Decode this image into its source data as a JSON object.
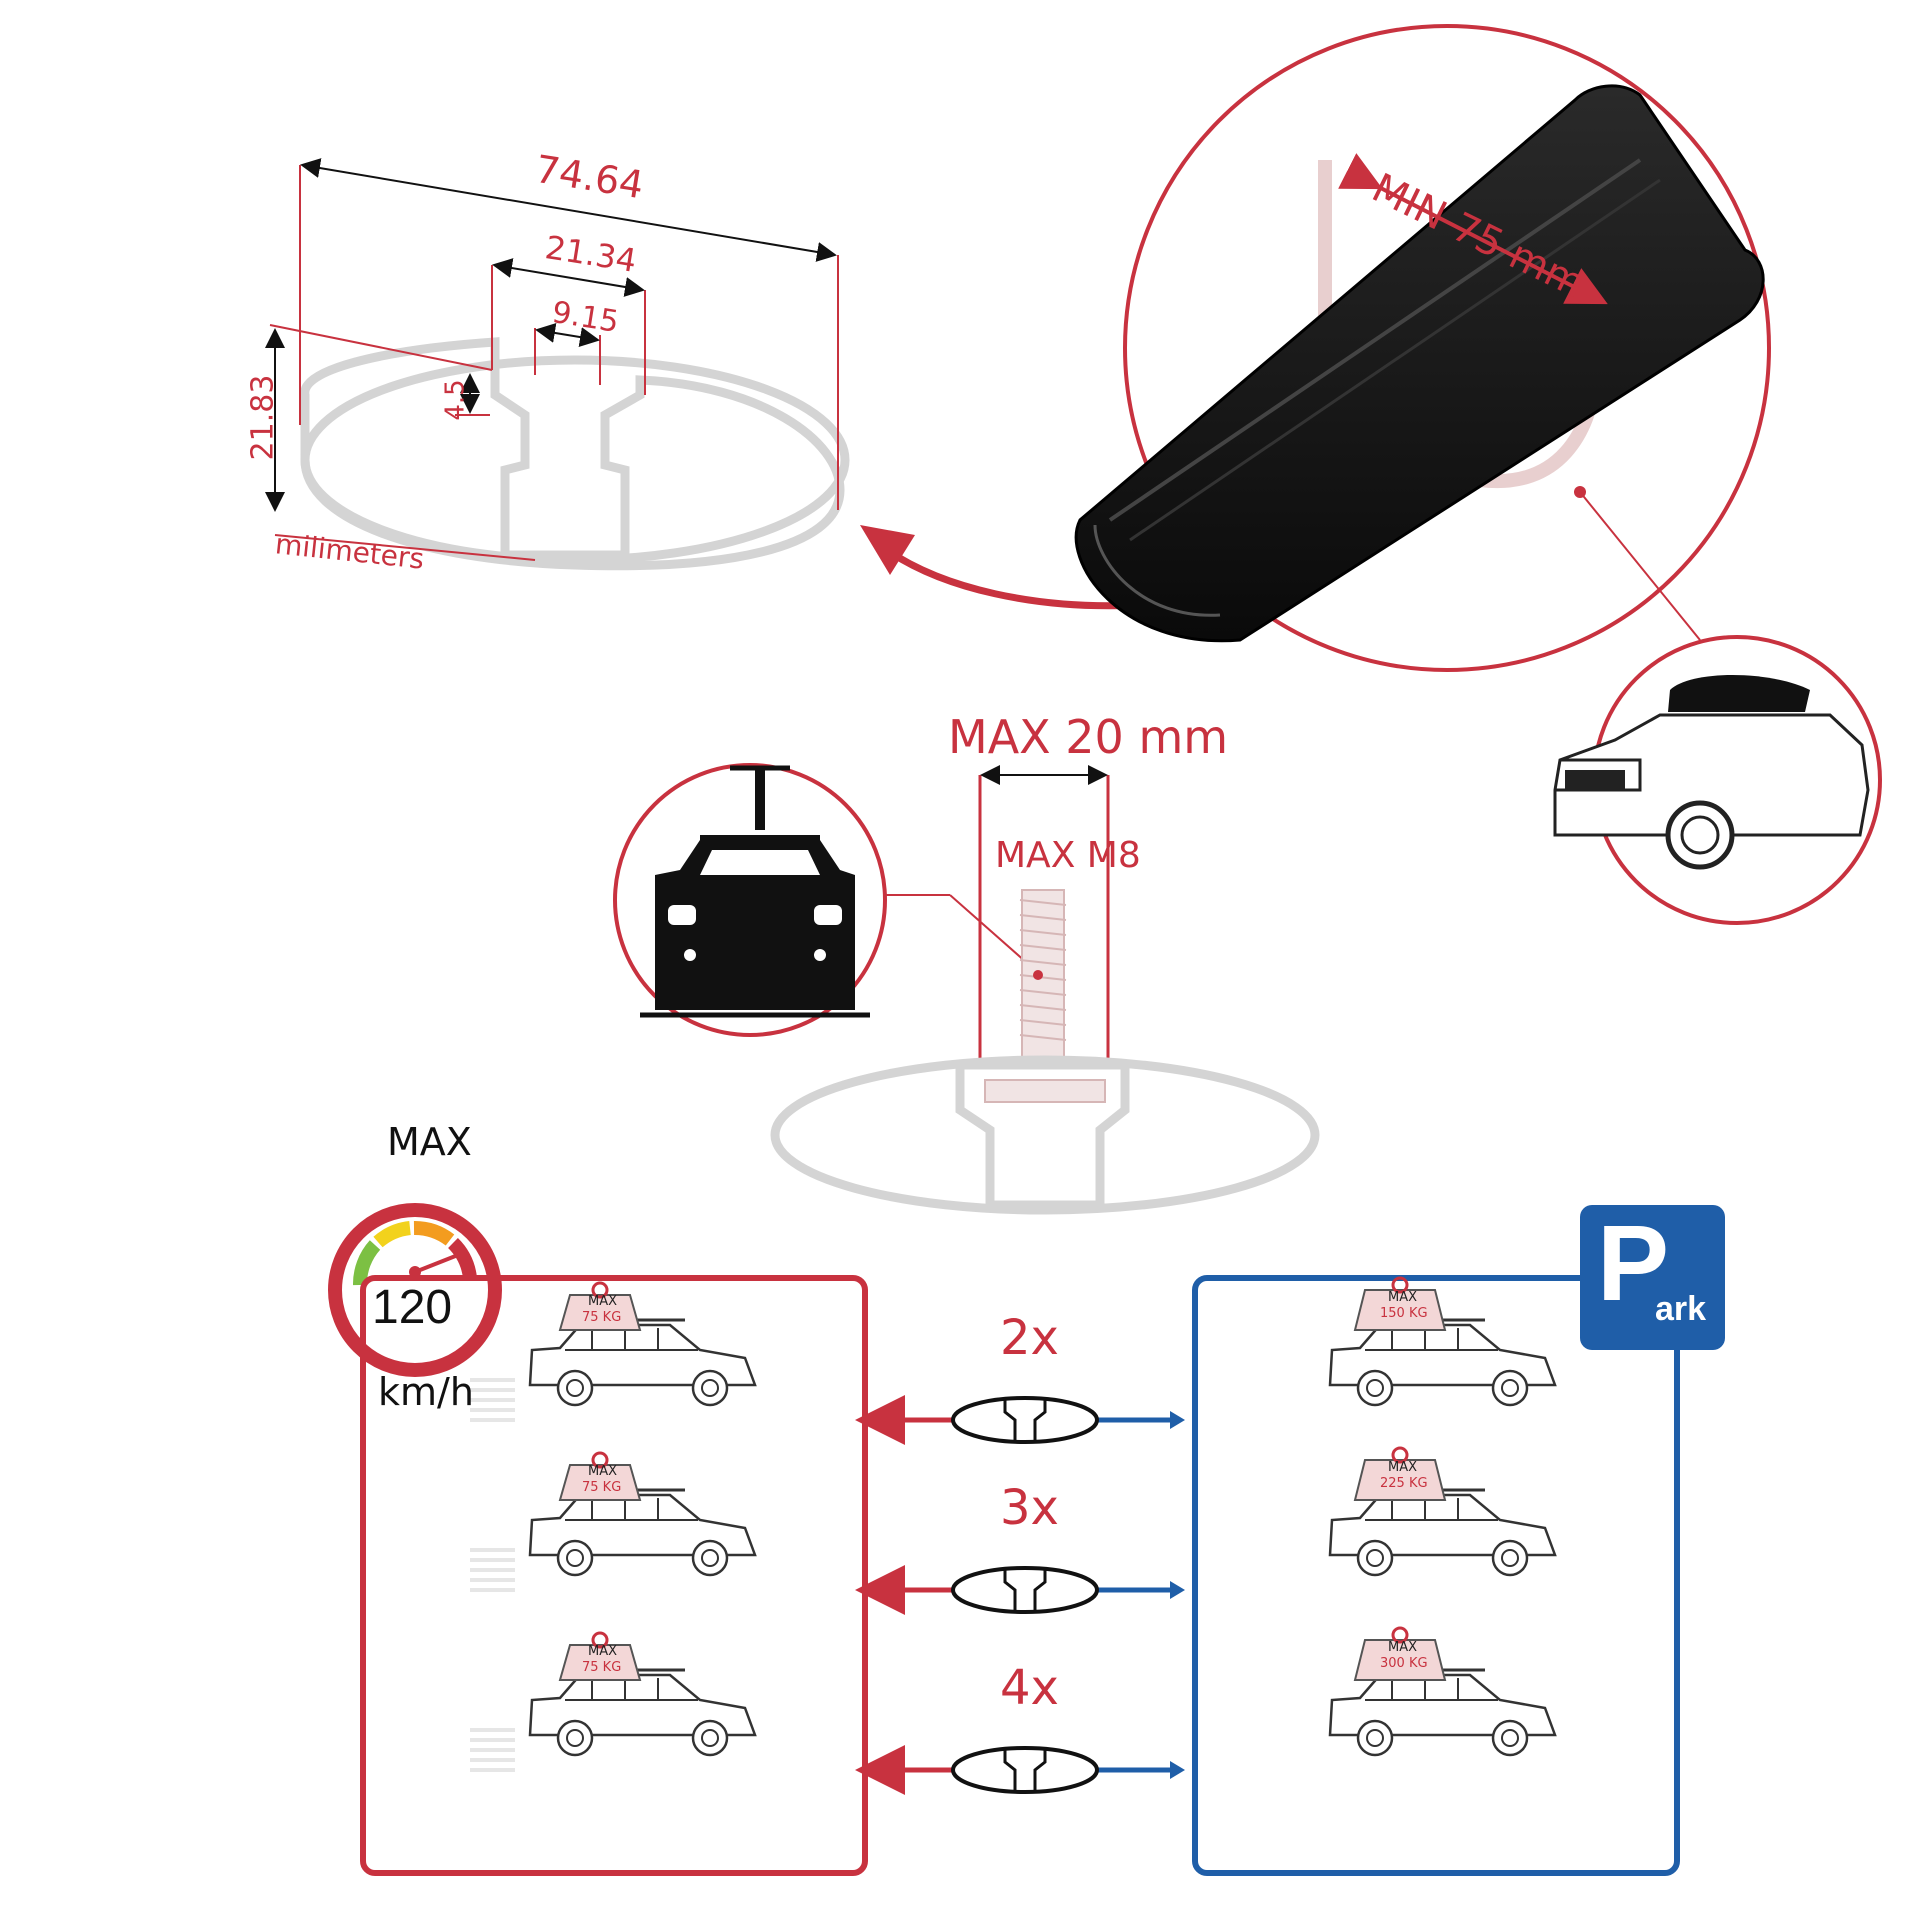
{
  "colors": {
    "accent_red": "#c8323f",
    "accent_blue": "#1f5ea8",
    "profile_gray": "#d0d0d0",
    "bar_black": "#151515"
  },
  "dimensions": {
    "total_width": "74.64",
    "slot_outer": "21.34",
    "slot_inner": "9.15",
    "slot_depth": "4.5",
    "height": "21.83",
    "unit": "milimeters"
  },
  "callouts": {
    "min_clearance": "MIN 75 mm",
    "max_width": "MAX 20 mm",
    "bolt": "MAX M8"
  },
  "speed": {
    "max_label": "MAX",
    "value": "120",
    "unit": "km/h"
  },
  "parking_sign": {
    "letter": "P",
    "suffix": "ark"
  },
  "load_rows": [
    {
      "count": "2x",
      "driving_max": "MAX",
      "driving_load": "75 KG",
      "parked_max": "MAX",
      "parked_load": "150 KG"
    },
    {
      "count": "3x",
      "driving_max": "MAX",
      "driving_load": "75 KG",
      "parked_max": "MAX",
      "parked_load": "225 KG"
    },
    {
      "count": "4x",
      "driving_max": "MAX",
      "driving_load": "75 KG",
      "parked_max": "MAX",
      "parked_load": "300 KG"
    }
  ]
}
